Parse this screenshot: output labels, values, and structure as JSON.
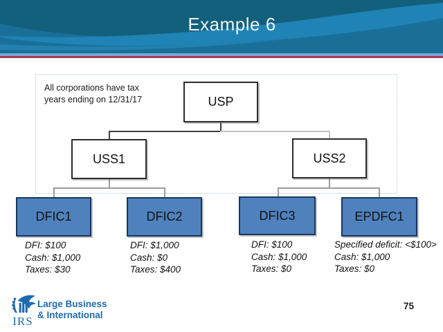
{
  "header": {
    "title": "Example 6"
  },
  "note": {
    "line1": "All corporations have tax",
    "line2": "years ending on 12/31/17"
  },
  "org_chart": {
    "root": {
      "label": "USP"
    },
    "subsidiaries": [
      {
        "label": "USS1"
      },
      {
        "label": "USS2"
      }
    ],
    "leaves": [
      {
        "label": "DFIC1",
        "details": [
          "DFI: $100",
          "Cash: $1,000",
          "Taxes: $30"
        ]
      },
      {
        "label": "DFIC2",
        "details": [
          "DFI: $1,000",
          "Cash: $0",
          "Taxes: $400"
        ]
      },
      {
        "label": "DFIC3",
        "details": [
          "DFI: $100",
          "Cash: $1,000",
          "Taxes: $0"
        ]
      },
      {
        "label": "EPDFC1",
        "details": [
          "Specified deficit: <$100>",
          "Cash: $1,000",
          "Taxes: $0"
        ]
      }
    ]
  },
  "footer": {
    "logo_acronym": "IRS",
    "division_line1": "Large Business",
    "division_line2": "& International",
    "page_number": "75"
  },
  "colors": {
    "banner_base": "#1a6f99",
    "banner_dark": "#13607c",
    "banner_swoosh": "#1f83b6",
    "accent_box_fill": "#4f81bd",
    "accent_box_border": "#17375e",
    "divider_light_blue": "#74a9d8",
    "divider_red": "#a23a50",
    "logo_blue": "#1e6ab0",
    "dotted_border": "#b3c2da"
  }
}
